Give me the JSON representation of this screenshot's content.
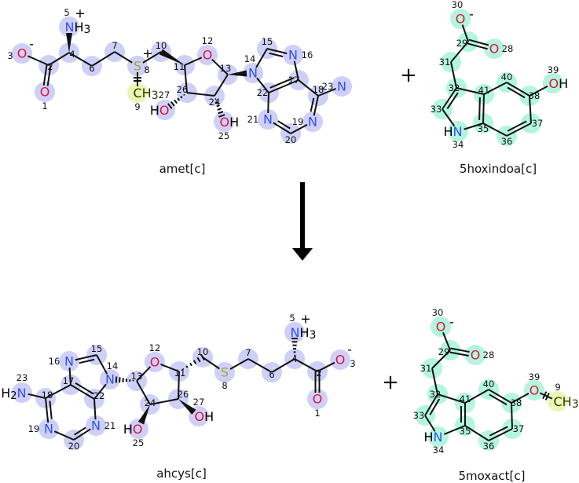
{
  "colors": {
    "highlight_blue": "#cfd0f7",
    "highlight_green": "#b3f5df",
    "highlight_yellow": "#e9f7b3",
    "O": "#e3103c",
    "N": "#3250f0",
    "S": "#a89f3c",
    "C": "#333300",
    "H": "#000000",
    "bond": "#111111"
  },
  "reaction": {
    "plus_symbol": "+",
    "arrow": "down-arrow"
  },
  "molecules": [
    {
      "id": "amet",
      "name": "amet[c]",
      "highlight": "blue",
      "atoms": [
        {
          "n": "1",
          "el": "O"
        },
        {
          "n": "2",
          "el": ""
        },
        {
          "n": "3",
          "el": "O",
          "charge": "-"
        },
        {
          "n": "4",
          "el": ""
        },
        {
          "n": "5",
          "el": "N",
          "h": "H3",
          "charge": "+"
        },
        {
          "n": "6",
          "el": ""
        },
        {
          "n": "7",
          "el": ""
        },
        {
          "n": "8",
          "el": "S",
          "charge": "+"
        },
        {
          "n": "9",
          "el": "C",
          "h": "H3",
          "hl": "yellow"
        },
        {
          "n": "10",
          "el": ""
        },
        {
          "n": "11",
          "el": ""
        },
        {
          "n": "12",
          "el": "O"
        },
        {
          "n": "13",
          "el": ""
        },
        {
          "n": "14",
          "el": "N"
        },
        {
          "n": "15",
          "el": ""
        },
        {
          "n": "16",
          "el": "N"
        },
        {
          "n": "17",
          "el": ""
        },
        {
          "n": "18",
          "el": ""
        },
        {
          "n": "19",
          "el": "N"
        },
        {
          "n": "20",
          "el": ""
        },
        {
          "n": "21",
          "el": "N"
        },
        {
          "n": "22",
          "el": ""
        },
        {
          "n": "23",
          "el": "N"
        },
        {
          "n": "24",
          "el": ""
        },
        {
          "n": "25",
          "el": "O",
          "h": "H"
        },
        {
          "n": "26",
          "el": ""
        },
        {
          "n": "27",
          "el": "O",
          "h": "H",
          "hleft": true
        }
      ]
    },
    {
      "id": "5hoxindoa",
      "name": "5hoxindoa[c]",
      "highlight": "green",
      "atoms": [
        {
          "n": "28",
          "el": "O"
        },
        {
          "n": "29",
          "el": ""
        },
        {
          "n": "30",
          "el": "O",
          "charge": "-"
        },
        {
          "n": "31",
          "el": ""
        },
        {
          "n": "32",
          "el": ""
        },
        {
          "n": "33",
          "el": ""
        },
        {
          "n": "34",
          "el": "N",
          "h": "H",
          "hleft": true
        },
        {
          "n": "35",
          "el": ""
        },
        {
          "n": "36",
          "el": ""
        },
        {
          "n": "37",
          "el": ""
        },
        {
          "n": "38",
          "el": ""
        },
        {
          "n": "39",
          "el": "O",
          "h": "H"
        },
        {
          "n": "40",
          "el": ""
        },
        {
          "n": "41",
          "el": ""
        }
      ]
    },
    {
      "id": "ahcys",
      "name": "ahcys[c]",
      "highlight": "blue",
      "atoms": [
        {
          "n": "1",
          "el": "O"
        },
        {
          "n": "2",
          "el": ""
        },
        {
          "n": "3",
          "el": "O",
          "charge": "-"
        },
        {
          "n": "4",
          "el": ""
        },
        {
          "n": "5",
          "el": "N",
          "h": "H3",
          "charge": "+"
        },
        {
          "n": "6",
          "el": ""
        },
        {
          "n": "7",
          "el": ""
        },
        {
          "n": "8",
          "el": "S"
        },
        {
          "n": "10",
          "el": ""
        },
        {
          "n": "11",
          "el": ""
        },
        {
          "n": "12",
          "el": "O"
        },
        {
          "n": "13",
          "el": ""
        },
        {
          "n": "14",
          "el": "N"
        },
        {
          "n": "15",
          "el": ""
        },
        {
          "n": "16",
          "el": "N"
        },
        {
          "n": "17",
          "el": ""
        },
        {
          "n": "18",
          "el": ""
        },
        {
          "n": "19",
          "el": "N"
        },
        {
          "n": "20",
          "el": ""
        },
        {
          "n": "21",
          "el": "N"
        },
        {
          "n": "22",
          "el": ""
        },
        {
          "n": "23",
          "el": "N",
          "h": "H2",
          "hleft": true
        },
        {
          "n": "24",
          "el": ""
        },
        {
          "n": "25",
          "el": "O",
          "h": "H",
          "hleft": true
        },
        {
          "n": "26",
          "el": ""
        },
        {
          "n": "27",
          "el": "O",
          "h": "H"
        }
      ]
    },
    {
      "id": "5moxact",
      "name": "5moxact[c]",
      "highlight": "green",
      "atoms": [
        {
          "n": "28",
          "el": "O"
        },
        {
          "n": "29",
          "el": ""
        },
        {
          "n": "30",
          "el": "O",
          "charge": "-"
        },
        {
          "n": "31",
          "el": ""
        },
        {
          "n": "32",
          "el": ""
        },
        {
          "n": "33",
          "el": ""
        },
        {
          "n": "34",
          "el": "N",
          "h": "H",
          "hleft": true
        },
        {
          "n": "35",
          "el": ""
        },
        {
          "n": "36",
          "el": ""
        },
        {
          "n": "37",
          "el": ""
        },
        {
          "n": "38",
          "el": ""
        },
        {
          "n": "39",
          "el": "O"
        },
        {
          "n": "40",
          "el": ""
        },
        {
          "n": "41",
          "el": ""
        },
        {
          "n": "9",
          "el": "C",
          "h": "H3",
          "hl": "yellow"
        }
      ]
    }
  ]
}
